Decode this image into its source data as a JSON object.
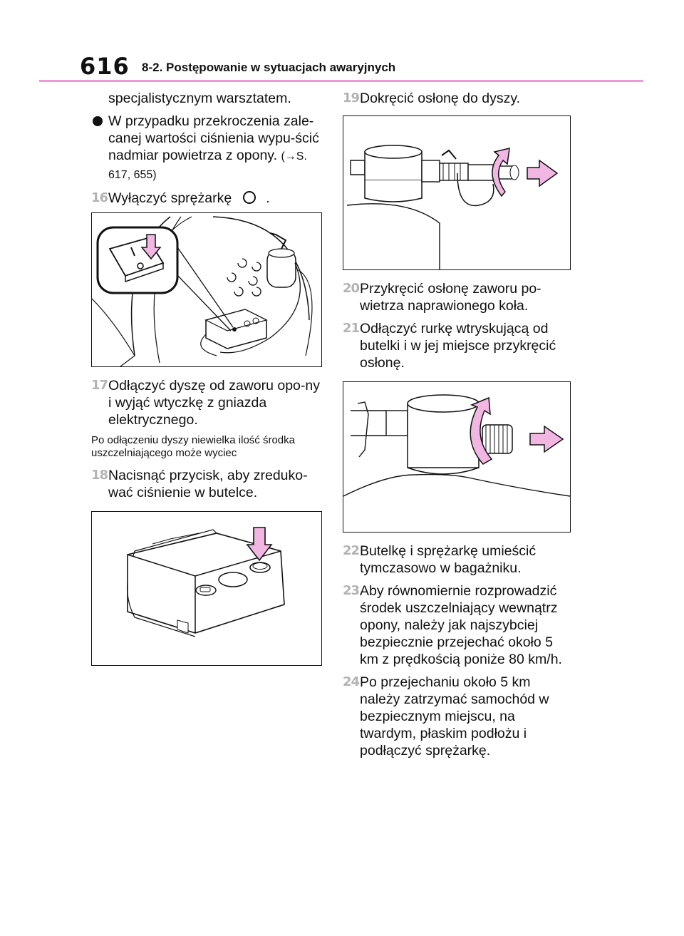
{
  "header": {
    "page_number": "616",
    "section": "8-2. Postępowanie w sytuacjach awaryjnych"
  },
  "left": {
    "cont_text": "specjalistycznym warsztatem.",
    "bullet_text": "W przypadku przekroczenia zale-canej wartości ciśnienia wypu-ścić nadmiar powietrza z opony.",
    "bullet_ref": "(→S. 617, 655)",
    "step16": {
      "num": "16",
      "text": "Wyłączyć sprężarkę",
      "icon": "power-off-icon",
      "after": "."
    },
    "step17": {
      "num": "17",
      "text": "Odłączyć dyszę od zaworu opo-ny i wyjąć wtyczkę z gniazda elektrycznego."
    },
    "note17": "Po odłączeniu dyszy niewielka ilość środka uszczelniającego może wyciec",
    "step18": {
      "num": "18",
      "text": "Nacisnąć przycisk, aby zreduko-wać ciśnienie w butelce."
    }
  },
  "right": {
    "step19": {
      "num": "19",
      "text": "Dokręcić osłonę do dyszy."
    },
    "step20": {
      "num": "20",
      "text": "Przykręcić osłonę zaworu po-wietrza naprawionego koła."
    },
    "step21": {
      "num": "21",
      "text": "Odłączyć rurkę wtryskującą od butelki i w jej miejsce przykręcić osłonę."
    },
    "step22": {
      "num": "22",
      "text": "Butelkę i sprężarkę umieścić tymczasowo w bagażniku."
    },
    "step23": {
      "num": "23",
      "text": "Aby równomiernie rozprowadzić środek uszczelniający wewnątrz opony, należy jak najszybciej bezpiecznie przejechać około 5 km z prędkością poniże 80 km/h."
    },
    "step24": {
      "num": "24",
      "text": "Po przejechaniu około 5 km należy zatrzymać samochód w bezpiecznym miejscu, na twardym, płaskim podłożu i podłączyć sprężarkę."
    }
  },
  "colors": {
    "accent_rule": "#ee99d8",
    "arrow_fill": "#f2b6e2",
    "step_number": "#b3b3b3"
  }
}
